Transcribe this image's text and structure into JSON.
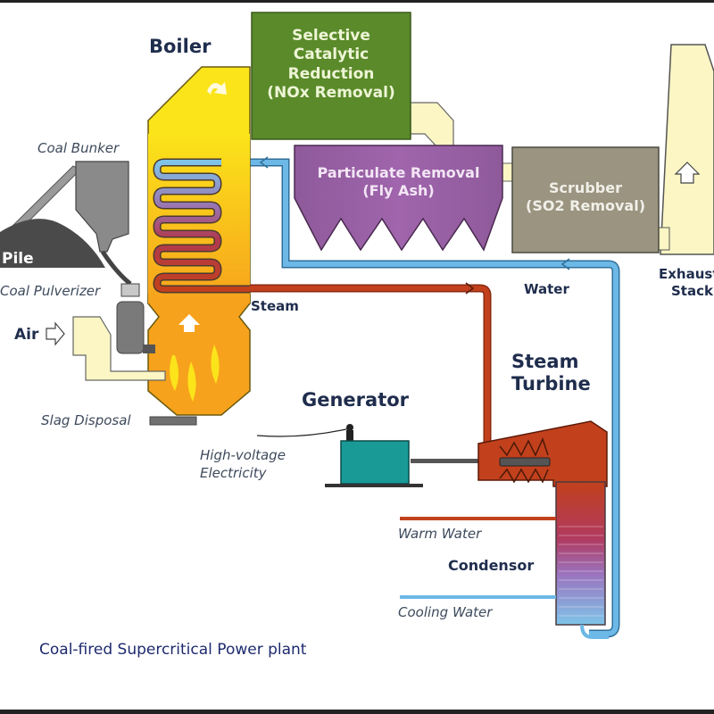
{
  "title": "Coal-fired Supercritical Power plant",
  "colors": {
    "label_text": "#1f2d4d",
    "scr_green": "#5a8a2a",
    "particulate_purple": "#8e5a9a",
    "scrubber_tan": "#9a9480",
    "steam_red": "#c2401c",
    "water_blue": "#6cb8e6",
    "boiler_yellow": "#fbe41a",
    "boiler_orange": "#f7a21c",
    "generator_teal": "#1a9a96",
    "stack_cream": "#fbf6c4",
    "coal_gray": "#6b6b6b"
  },
  "components": {
    "boiler": "Boiler",
    "scr": [
      "Selective",
      "Catalytic",
      "Reduction",
      "(NOx Removal)"
    ],
    "particulate": [
      "Particulate Removal",
      "(Fly Ash)"
    ],
    "scrubber": [
      "Scrubber",
      "(SO2 Removal)"
    ],
    "exhaust_stack": [
      "Exhaust",
      "Stack"
    ],
    "coal_bunker": "Coal Bunker",
    "coal_pile": "Pile",
    "coal_pulverizer": "Coal Pulverizer",
    "air": "Air",
    "slag_disposal": "Slag Disposal",
    "steam": "Steam",
    "water": "Water",
    "generator": "Generator",
    "high_voltage": [
      "High-voltage",
      "Electricity"
    ],
    "steam_turbine": [
      "Steam",
      "Turbine"
    ],
    "warm_water": "Warm Water",
    "condensor": "Condensor",
    "cooling_water": "Cooling Water"
  }
}
